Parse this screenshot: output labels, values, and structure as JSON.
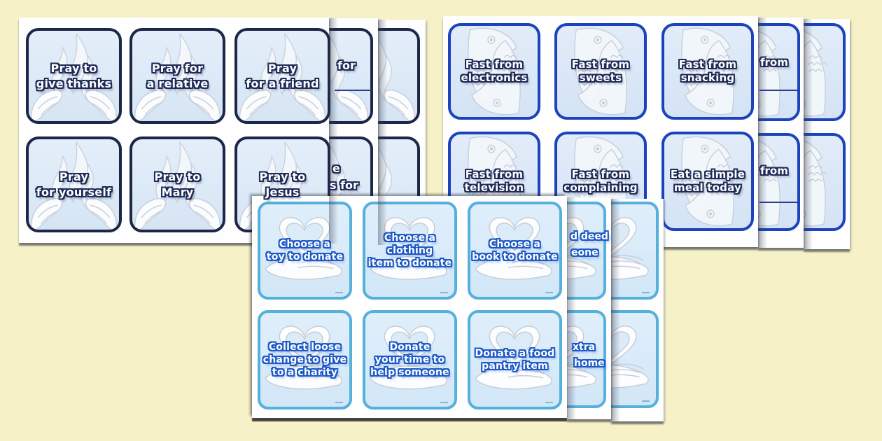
{
  "background_color": "#f6f1c7",
  "pray_sheet": {
    "theme": "lent-prayer-cards",
    "card_border_color": "#1c2748",
    "text_outline_color": "#1e2a57",
    "cards": [
      {
        "line1": "Pray to",
        "line2": "give thanks"
      },
      {
        "line1": "Pray for",
        "line2": "a relative"
      },
      {
        "line1": "Pray",
        "line2": "for a friend"
      },
      {
        "line1": "Pray",
        "line2": "for yourself"
      },
      {
        "line1": "Pray to",
        "line2": "Mary"
      },
      {
        "line1": "Pray to",
        "line2": "Jesus"
      }
    ],
    "partial": {
      "row1_word": "for",
      "row2_word1": "e",
      "row2_word2": "s for"
    }
  },
  "fast_sheet": {
    "theme": "lent-fasting-cards",
    "card_border_color": "#1b43bd",
    "text_outline_color": "#1e2a57",
    "cards": [
      {
        "line1": "Fast from",
        "line2": "electronics"
      },
      {
        "line1": "Fast from",
        "line2": "sweets"
      },
      {
        "line1": "Fast from",
        "line2": "snacking"
      },
      {
        "line1": "Fast from",
        "line2": "television"
      },
      {
        "line1": "Fast from",
        "line2": "complaining"
      },
      {
        "line1": "Eat a simple",
        "line2": "meal today"
      }
    ],
    "partial": {
      "row1_word": "from",
      "row2_word": "from"
    }
  },
  "give_sheet": {
    "theme": "lent-almsgiving-cards",
    "card_border_color": "#56b0dc",
    "text_outline_color": "#1d59c6",
    "cards": [
      {
        "line1": "Choose a",
        "line2": "toy to donate",
        "line3": ""
      },
      {
        "line1": "Choose a",
        "line2": "clothing",
        "line3": "item to donate"
      },
      {
        "line1": "Choose a",
        "line2": "book to donate",
        "line3": ""
      },
      {
        "line1": "Collect loose",
        "line2": "change to give",
        "line3": "to a charity"
      },
      {
        "line1": "Donate",
        "line2": "your time to",
        "line3": "help someone"
      },
      {
        "line1": "Donate a food",
        "line2": "pantry item",
        "line3": ""
      }
    ],
    "partial": {
      "row1_word1": "d deed",
      "row1_word2": "eone",
      "row2_word1": "xtra",
      "row2_word2": "home"
    }
  }
}
